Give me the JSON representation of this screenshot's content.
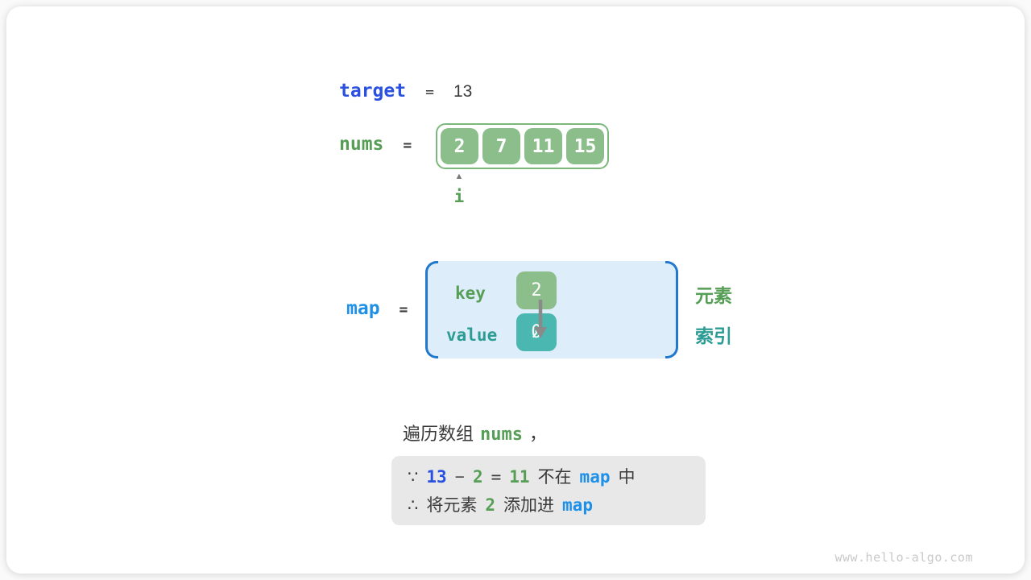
{
  "colors": {
    "royal_blue": "#2950e0",
    "azure_blue": "#1e90e8",
    "green": "#569e56",
    "teal": "#2d9c94",
    "array_cell_green": "#8cbe8c",
    "array_border_green": "#7cb87c",
    "value_cell_teal": "#4ab8b0",
    "map_fill_blue": "#ddeefa",
    "bracket_blue": "#2178cc",
    "dark_text": "#3a3a3a",
    "note_bg": "#e8e8e8"
  },
  "target_row": {
    "label": "target",
    "eq": "=",
    "value": "13"
  },
  "nums_row": {
    "label": "nums",
    "eq": "="
  },
  "nums_array": {
    "values": [
      "2",
      "7",
      "11",
      "15"
    ]
  },
  "pointer": {
    "caret": "▲",
    "label": "i"
  },
  "map_row": {
    "label": "map",
    "eq": "="
  },
  "map_box": {
    "key_label": "key",
    "key_value": "2",
    "value_label": "value",
    "value_value": "0"
  },
  "side_labels": {
    "element": "元素",
    "index": "索引"
  },
  "caption": {
    "prefix": "遍历数组",
    "code": "nums",
    "suffix": "，"
  },
  "note": {
    "line1": {
      "sym": "∵",
      "minuend": "13",
      "minus": "−",
      "subtrahend": "2",
      "eq": "=",
      "difference": "11",
      "mid": "不在",
      "code": "map",
      "end": "中"
    },
    "line2": {
      "sym": "∴",
      "t1": "将元素",
      "num": "2",
      "t2": "添加进",
      "code": "map"
    }
  },
  "watermark": "www.hello-algo.com"
}
